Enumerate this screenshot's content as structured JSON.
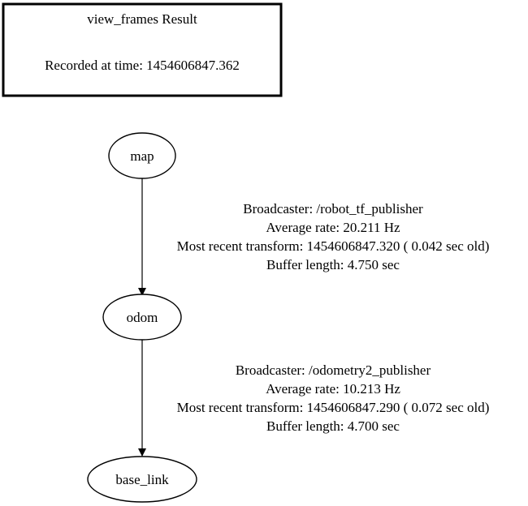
{
  "header": {
    "title": "view_frames Result",
    "recorded": "Recorded at time: 1454606847.362"
  },
  "nodes": {
    "map": "map",
    "odom": "odom",
    "base_link": "base_link"
  },
  "edges": [
    {
      "from": "map",
      "to": "odom",
      "broadcaster": "Broadcaster: /robot_tf_publisher",
      "rate": "Average rate: 20.211 Hz",
      "recent": "Most recent transform: 1454606847.320 ( 0.042 sec old)",
      "buffer": "Buffer length: 4.750 sec"
    },
    {
      "from": "odom",
      "to": "base_link",
      "broadcaster": "Broadcaster: /odometry2_publisher",
      "rate": "Average rate: 10.213 Hz",
      "recent": "Most recent transform: 1454606847.290 ( 0.072 sec old)",
      "buffer": "Buffer length: 4.700 sec"
    }
  ],
  "colors": {
    "stroke": "#000000",
    "background": "#ffffff"
  }
}
